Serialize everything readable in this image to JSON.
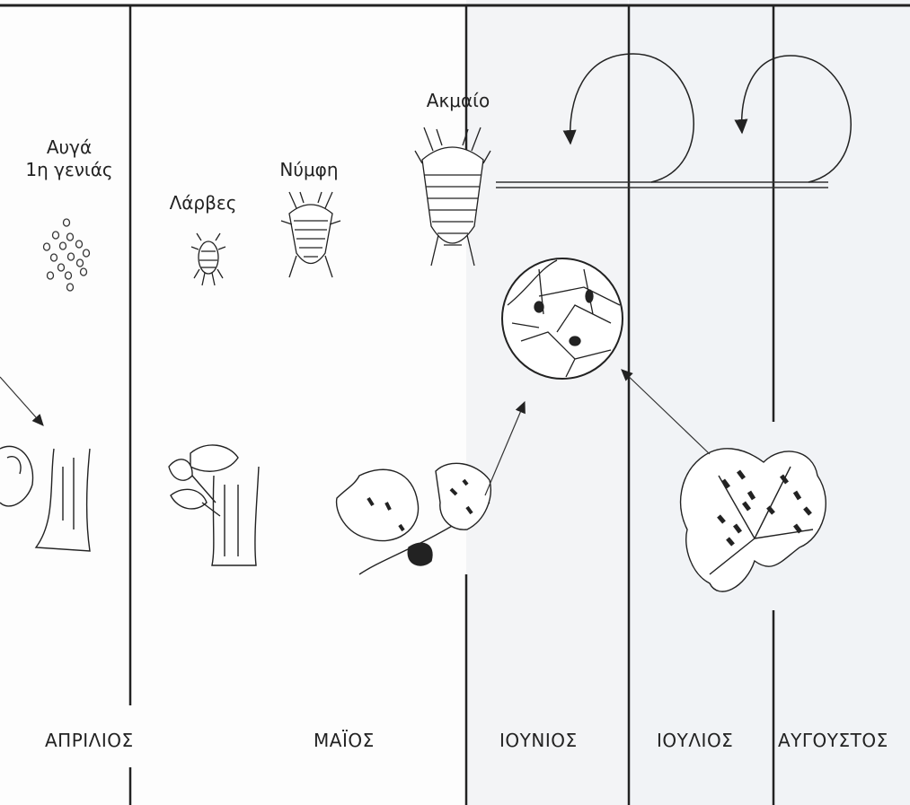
{
  "stages": {
    "eggs_line1": "Αυγά",
    "eggs_line2": "1η γενιάς",
    "larvae": "Λάρβες",
    "nymph": "Νύμφη",
    "adult": "Ακμαίο"
  },
  "months": [
    "ΑΠΡΙΛΙΟΣ",
    "ΜΑΪΟΣ",
    "ΙΟΥΝΙΟΣ",
    "ΙΟΥΛΙΟΣ",
    "ΑΥΓΟΥΣΤΟΣ"
  ]
}
